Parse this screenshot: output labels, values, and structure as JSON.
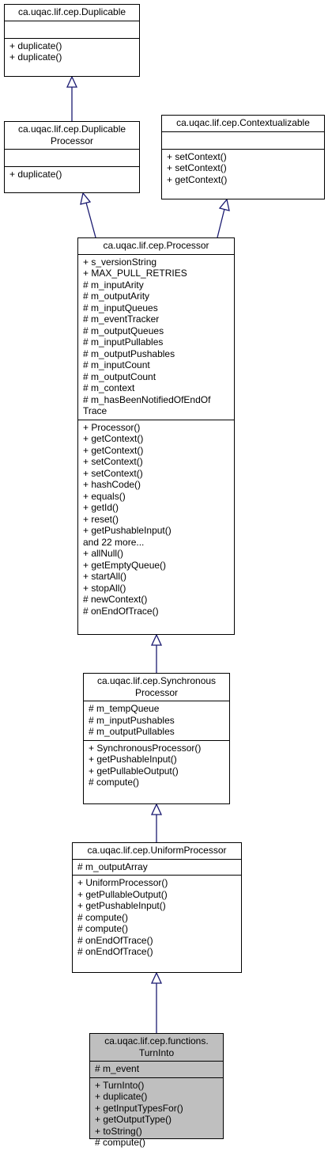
{
  "classes": {
    "duplicable": {
      "title": [
        "ca.uqac.lif.cep.Duplicable"
      ],
      "attributes": [],
      "methods": [
        "+ duplicate()",
        "+ duplicate()"
      ]
    },
    "duplicable_processor": {
      "title": [
        "ca.uqac.lif.cep.Duplicable",
        "Processor"
      ],
      "attributes": [],
      "methods": [
        "+ duplicate()"
      ]
    },
    "contextualizable": {
      "title": [
        "ca.uqac.lif.cep.Contextualizable"
      ],
      "attributes": [],
      "methods": [
        "+ setContext()",
        "+ setContext()",
        "+ getContext()"
      ]
    },
    "processor": {
      "title": [
        "ca.uqac.lif.cep.Processor"
      ],
      "attributes": [
        "+ s_versionString",
        "+ MAX_PULL_RETRIES",
        "# m_inputArity",
        "# m_outputArity",
        "# m_inputQueues",
        "# m_eventTracker",
        "# m_outputQueues",
        "# m_inputPullables",
        "# m_outputPushables",
        "# m_inputCount",
        "# m_outputCount",
        "# m_context",
        "# m_hasBeenNotifiedOfEndOf",
        "Trace"
      ],
      "methods": [
        "+ Processor()",
        "+ getContext()",
        "+ getContext()",
        "+ setContext()",
        "+ setContext()",
        "+ hashCode()",
        "+ equals()",
        "+ getId()",
        "+ reset()",
        "+ getPushableInput()",
        "and 22 more...",
        "+ allNull()",
        "+ getEmptyQueue()",
        "+ startAll()",
        "+ stopAll()",
        "# newContext()",
        "# onEndOfTrace()"
      ]
    },
    "synchronous_processor": {
      "title": [
        "ca.uqac.lif.cep.Synchronous",
        "Processor"
      ],
      "attributes": [
        "# m_tempQueue",
        "# m_inputPushables",
        "# m_outputPullables"
      ],
      "methods": [
        "+ SynchronousProcessor()",
        "+ getPushableInput()",
        "+ getPullableOutput()",
        "# compute()"
      ]
    },
    "uniform_processor": {
      "title": [
        "ca.uqac.lif.cep.UniformProcessor"
      ],
      "attributes": [
        "# m_outputArray"
      ],
      "methods": [
        "+ UniformProcessor()",
        "+ getPullableOutput()",
        "+ getPushableInput()",
        "# compute()",
        "# compute()",
        "# onEndOfTrace()",
        "# onEndOfTrace()"
      ]
    },
    "turn_into": {
      "title": [
        "ca.uqac.lif.cep.functions.",
        "TurnInto"
      ],
      "attributes": [
        "# m_event"
      ],
      "methods": [
        "+ TurnInto()",
        "+ duplicate()",
        "+ getInputTypesFor()",
        "+ getOutputType()",
        "+ toString()",
        "# compute()"
      ]
    }
  },
  "colors": {
    "edge": "#191970",
    "highlight_fill": "#bfbfbf",
    "border": "#000000"
  }
}
